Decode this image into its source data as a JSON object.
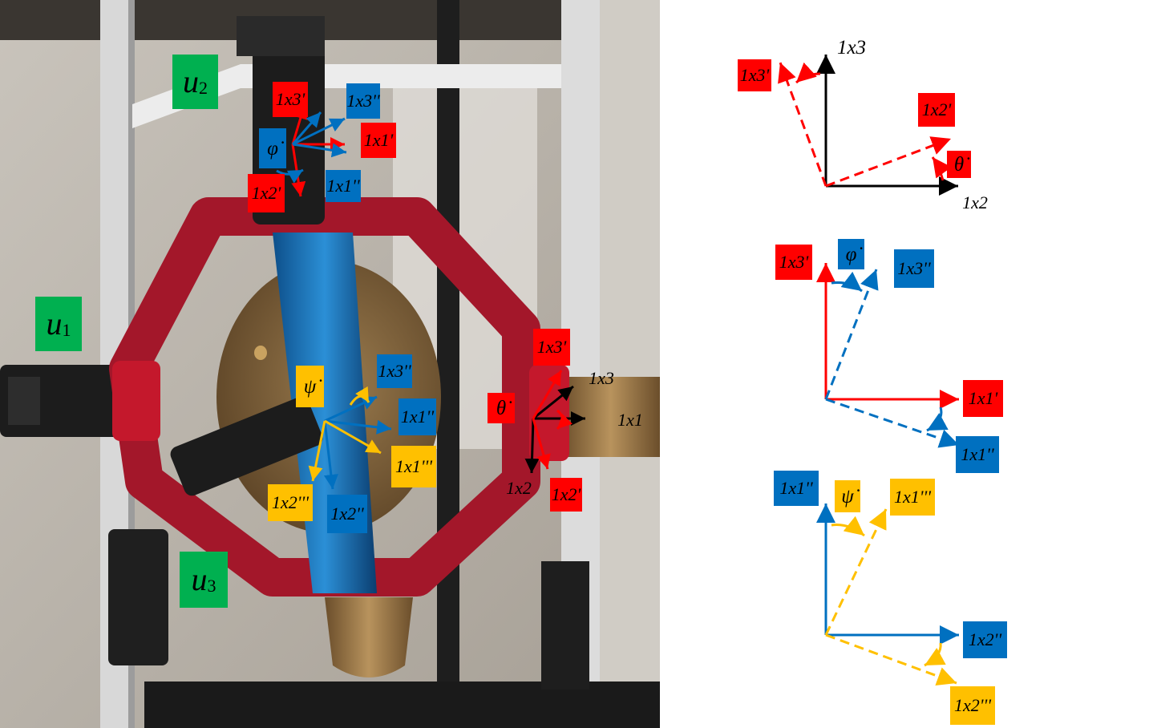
{
  "photo_labels": {
    "u1": {
      "sym": "u",
      "sub": "1"
    },
    "u2": {
      "sym": "u",
      "sub": "2"
    },
    "u3": {
      "sym": "u",
      "sub": "3"
    },
    "phi_dot": "φ̇",
    "theta_dot": "θ̇",
    "psi_dot": "ψ̇",
    "x3p": "1x3'",
    "x1p": "1x1'",
    "x2p": "1x2'",
    "x3pp": "1x3''",
    "x1pp": "1x1''",
    "x2pp": "1x2''",
    "x1ppp": "1x1'''",
    "x2ppp": "1x2'''",
    "x3": "1x3",
    "x1": "1x1",
    "x2": "1x2"
  },
  "frame_diagrams": {
    "top": {
      "vertical": "1x3",
      "horizontal": "1x2",
      "rot_vertical": "1x3'",
      "rot_horizontal": "1x2'",
      "angle": "θ̇"
    },
    "middle": {
      "vertical": "1x3'",
      "horizontal": "1x1'",
      "rot_vertical": "1x3''",
      "rot_horizontal": "1x1''",
      "angle": "φ̇"
    },
    "bottom": {
      "vertical": "1x1''",
      "horizontal": "1x2''",
      "rot_vertical": "1x1'''",
      "rot_horizontal": "1x2'''",
      "angle": "ψ̇"
    }
  },
  "colors": {
    "red": "#ff0000",
    "blue": "#0070c0",
    "orange": "#ffc000",
    "green": "#00b050",
    "black": "#000000"
  }
}
